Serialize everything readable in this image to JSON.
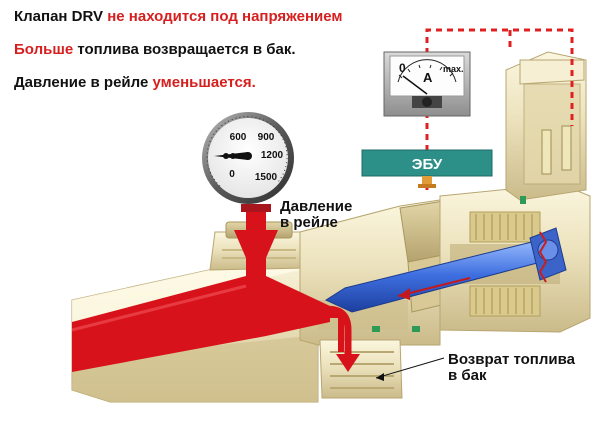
{
  "captions": {
    "line1_black": "Клапан DRV",
    "line1_red": "не находится под напряжением",
    "line2_red": "Больше",
    "line2_black": "топлива возвращается в бак.",
    "line3_black": "Давление в рейле",
    "line3_red": "уменьшается."
  },
  "ecu": {
    "label": "ЭБУ"
  },
  "pressure_gauge": {
    "ticks": [
      "600",
      "900",
      "1200",
      "0",
      "1500"
    ]
  },
  "ammeter": {
    "zero": "0",
    "unit": "A",
    "max": "max."
  },
  "labels": {
    "rail_pressure_1": "Давление",
    "rail_pressure_2": "в рейле",
    "return_1": "Возврат топлива",
    "return_2": "в бак"
  },
  "colors": {
    "text_red": "#d6201f",
    "fuel_red": "#d8121b",
    "ecu_teal": "#2c8f88",
    "wire_red": "#e02020",
    "flow_blue": "#2a56c8",
    "body_cream": "#eee6c4"
  }
}
